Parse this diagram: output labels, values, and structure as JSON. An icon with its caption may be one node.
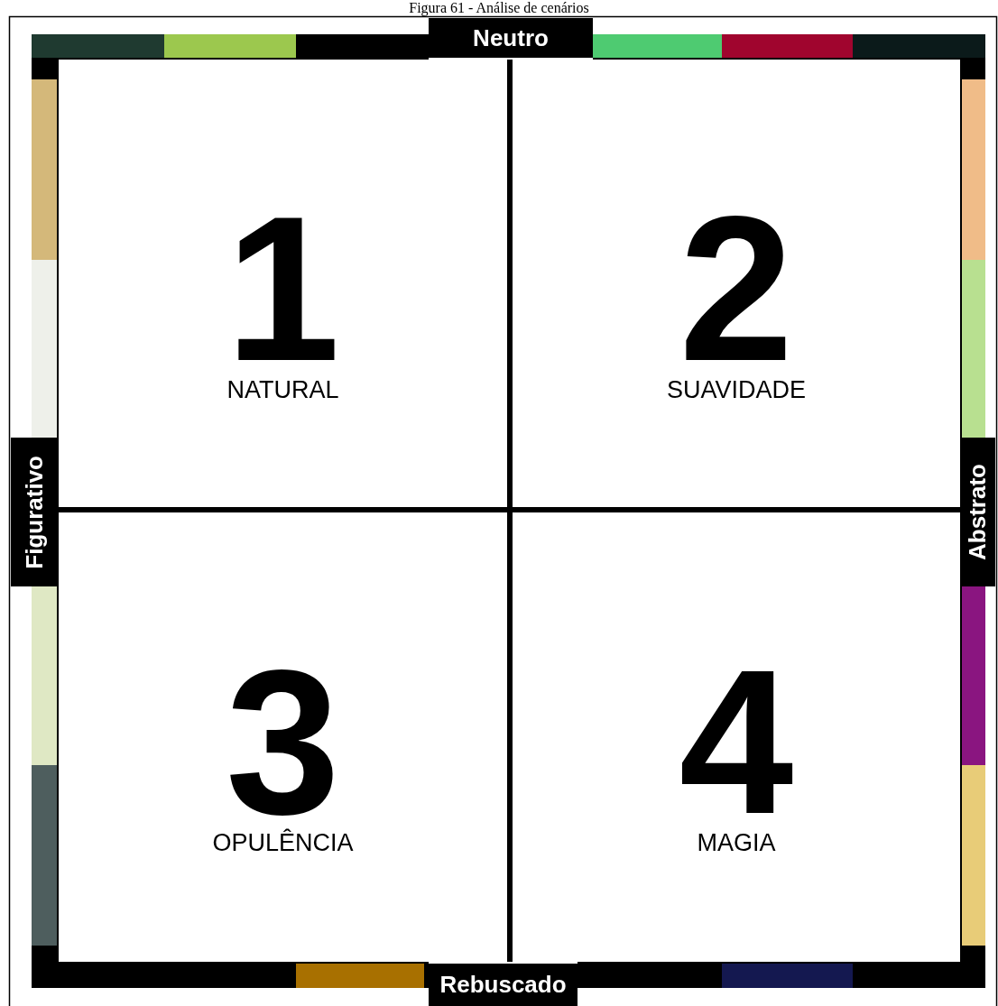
{
  "diagram": {
    "title": "Figura 61 - Análise de cenários",
    "nodes": [
      {
        "text": [
          "Neutro"
        ]
      },
      {
        "text": [
          "1",
          "NATURAL"
        ]
      },
      {
        "text": [
          "2",
          "SUAVIDADE"
        ]
      },
      {
        "text": [
          "Figurativo"
        ]
      },
      {
        "text": [
          "Abstrato"
        ]
      },
      {
        "text": [
          "3",
          "OPULÊNCIA"
        ]
      },
      {
        "text": [
          "4",
          "MAGIA"
        ]
      },
      {
        "text": [
          "Rebuscado"
        ]
      }
    ]
  }
}
